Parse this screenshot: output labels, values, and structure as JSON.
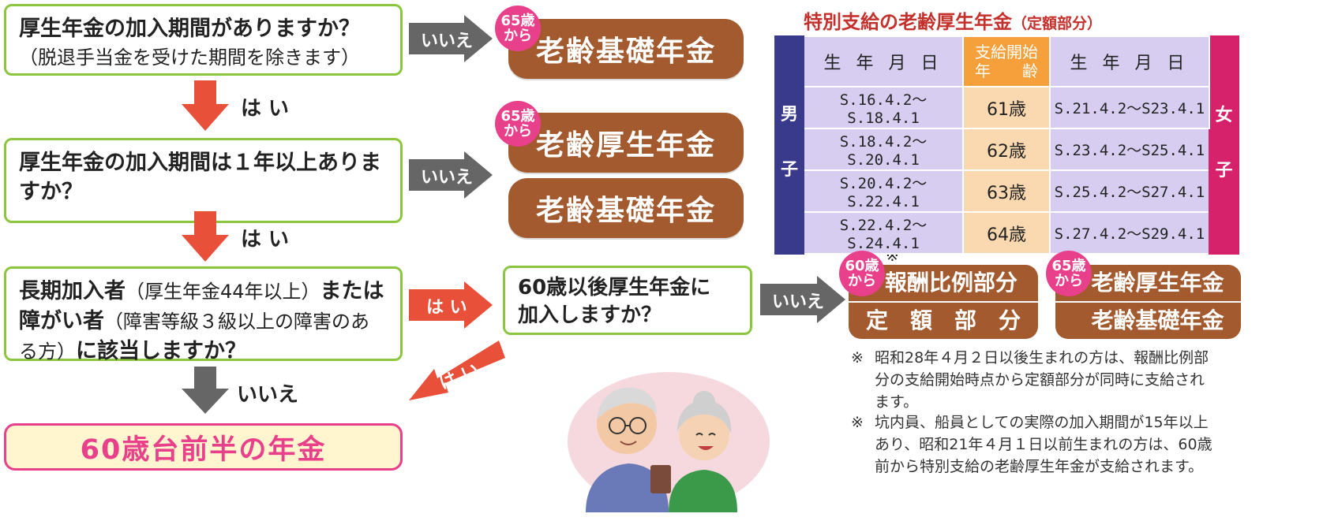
{
  "flow": {
    "q1_main": "厚生年金の加入期間がありますか？",
    "q1_sub": "（脱退手当金を受けた期間を除きます）",
    "q2_line1": "厚生年金の加入期間は１年以上ありま",
    "q2_line2": "すか？",
    "q3_line1_a": "長期加入者",
    "q3_line1_b": "（厚生年金44年以上）",
    "q3_line1_c": "または",
    "q3_line2_a": "障がい者",
    "q3_line2_b": "（障害等級３級以上の障害のあ",
    "q3_line3_a": "る方）",
    "q3_line3_b": "に該当しますか？",
    "q4_line1": "60歳以後厚生年金に",
    "q4_line2": "加入しますか？",
    "result_bottom": "60歳台前半の年金",
    "yes": "は い",
    "no": "いいえ",
    "yes_arrow": "は い",
    "no_arrow": "いいえ"
  },
  "results": {
    "age65_line1": "65歳",
    "age65_line2": "から",
    "age60_line1": "60歳",
    "age60_line2": "から",
    "kiso": "老齢基礎年金",
    "kosei": "老齢厚生年金",
    "hirei": "報酬比例部分",
    "teigaku": "定　額　部　分",
    "asterisk": "※"
  },
  "table": {
    "title": "特別支給の老齢厚生年金",
    "title_sub": "（定額部分）",
    "male": [
      "男",
      "子"
    ],
    "female": [
      "女",
      "子"
    ],
    "header_birth": "生 年 月 日",
    "header_age_line1": "支給開始",
    "header_age_line2": "年　　齢",
    "rows": [
      {
        "male": "S.16.4.2～S.18.4.1",
        "age": "61歳",
        "female": "S.21.4.2～S23.4.1"
      },
      {
        "male": "S.18.4.2～S.20.4.1",
        "age": "62歳",
        "female": "S.23.4.2～S25.4.1"
      },
      {
        "male": "S.20.4.2～S.22.4.1",
        "age": "63歳",
        "female": "S.25.4.2～S27.4.1"
      },
      {
        "male": "S.22.4.2～S.24.4.1",
        "age": "64歳",
        "female": "S.27.4.2～S29.4.1"
      }
    ]
  },
  "notes": {
    "mark": "※",
    "note1_l1": "昭和28年４月２日以後生まれの方は、報酬比例部",
    "note1_l2": "分の支給開始時点から定額部分が同時に支給され",
    "note1_l3": "ます。",
    "note2_l1": "坑内員、船員としての実際の加入期間が15年以上",
    "note2_l2": "あり、昭和21年４月１日以前生まれの方は、60歳",
    "note2_l3": "前から特別支給の老齢厚生年金が支給されます。"
  },
  "colors": {
    "brown": "#a35a2e",
    "green_border": "#8cc63f",
    "pink": "#e8408a",
    "red_arrow": "#e8503a",
    "grey_arrow": "#666666",
    "male_blue": "#3a3a8c",
    "female_pink": "#d6226b",
    "table_lavender": "#d6cdf0",
    "table_orange": "#f5a03a",
    "table_peach": "#fbd9b0"
  }
}
